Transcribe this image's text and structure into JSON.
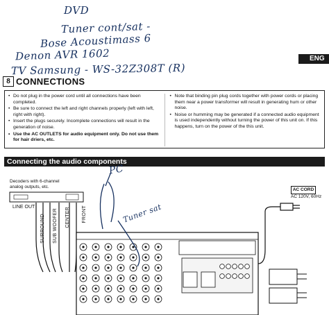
{
  "handwriting": {
    "line1": "DVD",
    "line2": "Tuner cont/sat -",
    "line3": "Bose Acoustimass 6",
    "line4": "Denon AVR 1602",
    "line5": "TV Samsung - WS-32Z308T (R)",
    "pc_note": "PC",
    "tuner_note": "Tuner sat"
  },
  "page_tab": "ENG",
  "section": {
    "number": "8",
    "title": "CONNECTIONS"
  },
  "notes": {
    "left": [
      "Do not plug in the power cord until all connections have been completed.",
      "Be sure to connect the left and right channels properly (left with left, right with right).",
      "Insert the plugs securely. Incomplete connections will result in the generation of noise.",
      "Use the AC OUTLETS for audio equipment only. Do not use them for hair driers, etc."
    ],
    "right": [
      "Note that binding pin plug cords together with power cords or placing them near a power transformer will result in generating hum or other noise.",
      "Noise or humming may be generated if a connected audio equipment is used independently without turning the power of this unit on. If this happens, turn on the power of the this unit."
    ]
  },
  "band_title": "Connecting the audio components",
  "diagram": {
    "decoder_label": "Decoders with 6-channel analog outputs, etc.",
    "line_out": "LINE OUT",
    "channels": [
      "SURROUND",
      "SUB WOOFER",
      "CENTER",
      "FRONT"
    ],
    "ac_cord": "AC CORD",
    "ac_spec": "AC 120V, 60Hz"
  }
}
